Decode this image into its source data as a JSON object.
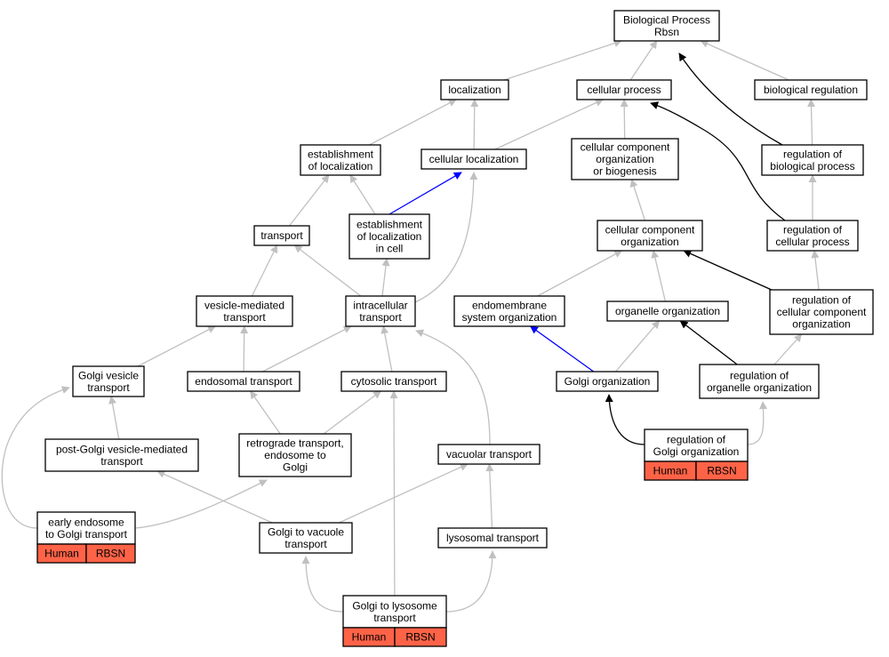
{
  "colors": {
    "edge_default": "#c0c0c0",
    "edge_black": "#000000",
    "edge_blue": "#0000ff",
    "badge": "#ff6347"
  },
  "nodes": [
    {
      "id": "bp",
      "label": [
        "Biological Process",
        "Rbsn"
      ]
    },
    {
      "id": "localization",
      "label": [
        "localization"
      ]
    },
    {
      "id": "cellular_process",
      "label": [
        "cellular process"
      ]
    },
    {
      "id": "biological_regulation",
      "label": [
        "biological regulation"
      ]
    },
    {
      "id": "establishment_of_localization",
      "label": [
        "establishment",
        "of localization"
      ]
    },
    {
      "id": "cellular_localization",
      "label": [
        "cellular localization"
      ]
    },
    {
      "id": "ccob",
      "label": [
        "cellular component",
        "organization",
        "or biogenesis"
      ]
    },
    {
      "id": "reg_bio_process",
      "label": [
        "regulation of",
        "biological process"
      ]
    },
    {
      "id": "transport",
      "label": [
        "transport"
      ]
    },
    {
      "id": "est_loc_cell",
      "label": [
        "establishment",
        "of localization",
        "in cell"
      ]
    },
    {
      "id": "cco",
      "label": [
        "cellular component",
        "organization"
      ]
    },
    {
      "id": "reg_cell_process",
      "label": [
        "regulation of",
        "cellular process"
      ]
    },
    {
      "id": "vesicle_mediated",
      "label": [
        "vesicle-mediated",
        "transport"
      ]
    },
    {
      "id": "intracellular_transport",
      "label": [
        "intracellular",
        "transport"
      ]
    },
    {
      "id": "endomembrane",
      "label": [
        "endomembrane",
        "system organization"
      ]
    },
    {
      "id": "organelle_org",
      "label": [
        "organelle organization"
      ]
    },
    {
      "id": "reg_cco",
      "label": [
        "regulation of",
        "cellular component",
        "organization"
      ]
    },
    {
      "id": "golgi_vesicle",
      "label": [
        "Golgi vesicle",
        "transport"
      ]
    },
    {
      "id": "endosomal_transport",
      "label": [
        "endosomal transport"
      ]
    },
    {
      "id": "cytosolic_transport",
      "label": [
        "cytosolic transport"
      ]
    },
    {
      "id": "golgi_org",
      "label": [
        "Golgi organization"
      ]
    },
    {
      "id": "reg_organelle_org",
      "label": [
        "regulation of",
        "organelle organization"
      ]
    },
    {
      "id": "post_golgi",
      "label": [
        "post-Golgi vesicle-mediated",
        "transport"
      ]
    },
    {
      "id": "retrograde",
      "label": [
        "retrograde transport,",
        "endosome to",
        "Golgi"
      ]
    },
    {
      "id": "vacuolar_transport",
      "label": [
        "vacuolar transport"
      ]
    },
    {
      "id": "reg_golgi_org",
      "label": [
        "regulation of",
        "Golgi organization"
      ],
      "badges": [
        "Human",
        "RBSN"
      ]
    },
    {
      "id": "early_endosome",
      "label": [
        "early endosome",
        "to Golgi transport"
      ],
      "badges": [
        "Human",
        "RBSN"
      ]
    },
    {
      "id": "golgi_to_vacuole",
      "label": [
        "Golgi to vacuole",
        "transport"
      ]
    },
    {
      "id": "lysosomal_transport",
      "label": [
        "lysosomal transport"
      ]
    },
    {
      "id": "golgi_to_lysosome",
      "label": [
        "Golgi to lysosome",
        "transport"
      ],
      "badges": [
        "Human",
        "RBSN"
      ]
    }
  ],
  "edges": [
    {
      "from": "localization",
      "to": "bp",
      "style": "default"
    },
    {
      "from": "cellular_process",
      "to": "bp",
      "style": "default"
    },
    {
      "from": "biological_regulation",
      "to": "bp",
      "style": "default"
    },
    {
      "from": "reg_bio_process",
      "to": "bp",
      "style": "black"
    },
    {
      "from": "establishment_of_localization",
      "to": "localization",
      "style": "default"
    },
    {
      "from": "cellular_localization",
      "to": "localization",
      "style": "default"
    },
    {
      "from": "cellular_localization",
      "to": "cellular_process",
      "style": "default"
    },
    {
      "from": "ccob",
      "to": "cellular_process",
      "style": "default"
    },
    {
      "from": "reg_cell_process",
      "to": "cellular_process",
      "style": "black"
    },
    {
      "from": "reg_bio_process",
      "to": "biological_regulation",
      "style": "default"
    },
    {
      "from": "transport",
      "to": "establishment_of_localization",
      "style": "default"
    },
    {
      "from": "est_loc_cell",
      "to": "establishment_of_localization",
      "style": "default"
    },
    {
      "from": "est_loc_cell",
      "to": "cellular_localization",
      "style": "blue"
    },
    {
      "from": "intracellular_transport",
      "to": "cellular_localization",
      "style": "default"
    },
    {
      "from": "cco",
      "to": "ccob",
      "style": "default"
    },
    {
      "from": "reg_cell_process",
      "to": "reg_bio_process",
      "style": "default"
    },
    {
      "from": "vesicle_mediated",
      "to": "transport",
      "style": "default"
    },
    {
      "from": "intracellular_transport",
      "to": "transport",
      "style": "default"
    },
    {
      "from": "intracellular_transport",
      "to": "est_loc_cell",
      "style": "default"
    },
    {
      "from": "endomembrane",
      "to": "cco",
      "style": "default"
    },
    {
      "from": "organelle_org",
      "to": "cco",
      "style": "default"
    },
    {
      "from": "reg_cco",
      "to": "cco",
      "style": "black"
    },
    {
      "from": "reg_cco",
      "to": "reg_cell_process",
      "style": "default"
    },
    {
      "from": "golgi_vesicle",
      "to": "vesicle_mediated",
      "style": "default"
    },
    {
      "from": "endosomal_transport",
      "to": "vesicle_mediated",
      "style": "default"
    },
    {
      "from": "endosomal_transport",
      "to": "intracellular_transport",
      "style": "default"
    },
    {
      "from": "cytosolic_transport",
      "to": "intracellular_transport",
      "style": "default"
    },
    {
      "from": "vacuolar_transport",
      "to": "intracellular_transport",
      "style": "default"
    },
    {
      "from": "golgi_org",
      "to": "endomembrane",
      "style": "blue"
    },
    {
      "from": "golgi_org",
      "to": "organelle_org",
      "style": "default"
    },
    {
      "from": "reg_organelle_org",
      "to": "organelle_org",
      "style": "black"
    },
    {
      "from": "reg_organelle_org",
      "to": "reg_cco",
      "style": "default"
    },
    {
      "from": "post_golgi",
      "to": "golgi_vesicle",
      "style": "default"
    },
    {
      "from": "early_endosome",
      "to": "golgi_vesicle",
      "style": "default"
    },
    {
      "from": "retrograde",
      "to": "endosomal_transport",
      "style": "default"
    },
    {
      "from": "retrograde",
      "to": "cytosolic_transport",
      "style": "default"
    },
    {
      "from": "golgi_to_lysosome",
      "to": "cytosolic_transport",
      "style": "default"
    },
    {
      "from": "reg_golgi_org",
      "to": "golgi_org",
      "style": "black"
    },
    {
      "from": "reg_golgi_org",
      "to": "reg_organelle_org",
      "style": "default"
    },
    {
      "from": "early_endosome",
      "to": "retrograde",
      "style": "default"
    },
    {
      "from": "golgi_to_vacuole",
      "to": "post_golgi",
      "style": "default"
    },
    {
      "from": "golgi_to_vacuole",
      "to": "vacuolar_transport",
      "style": "default"
    },
    {
      "from": "lysosomal_transport",
      "to": "vacuolar_transport",
      "style": "default"
    },
    {
      "from": "golgi_to_lysosome",
      "to": "golgi_to_vacuole",
      "style": "default"
    },
    {
      "from": "golgi_to_lysosome",
      "to": "lysosomal_transport",
      "style": "default"
    }
  ]
}
